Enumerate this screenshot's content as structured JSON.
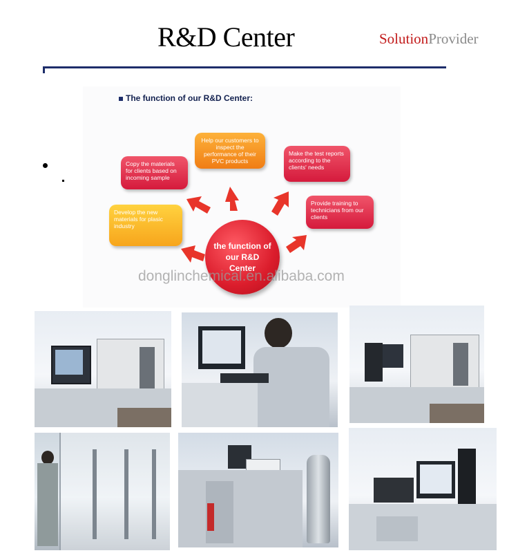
{
  "header": {
    "title": "R&D Center",
    "tagline_a": "Solution",
    "tagline_b": "Provider"
  },
  "diagram": {
    "heading": "The function of our R&D Center:",
    "center": "the function of our R&D Center",
    "bubbles": [
      "Help our customers to inspect the performance of their PVC products",
      "Copy the materials for clients based on incoming sample",
      "Make the test reports according to the clients' needs",
      "Develop the new materials for plasic industry",
      "Provide training to technicians from our clients"
    ]
  },
  "watermark": "donglinchemical.en.alibaba.com",
  "colors": {
    "accent": "#1d2d6a",
    "red": "#d51a3c",
    "orange": "#f07d15",
    "yellow": "#f7a51c"
  }
}
